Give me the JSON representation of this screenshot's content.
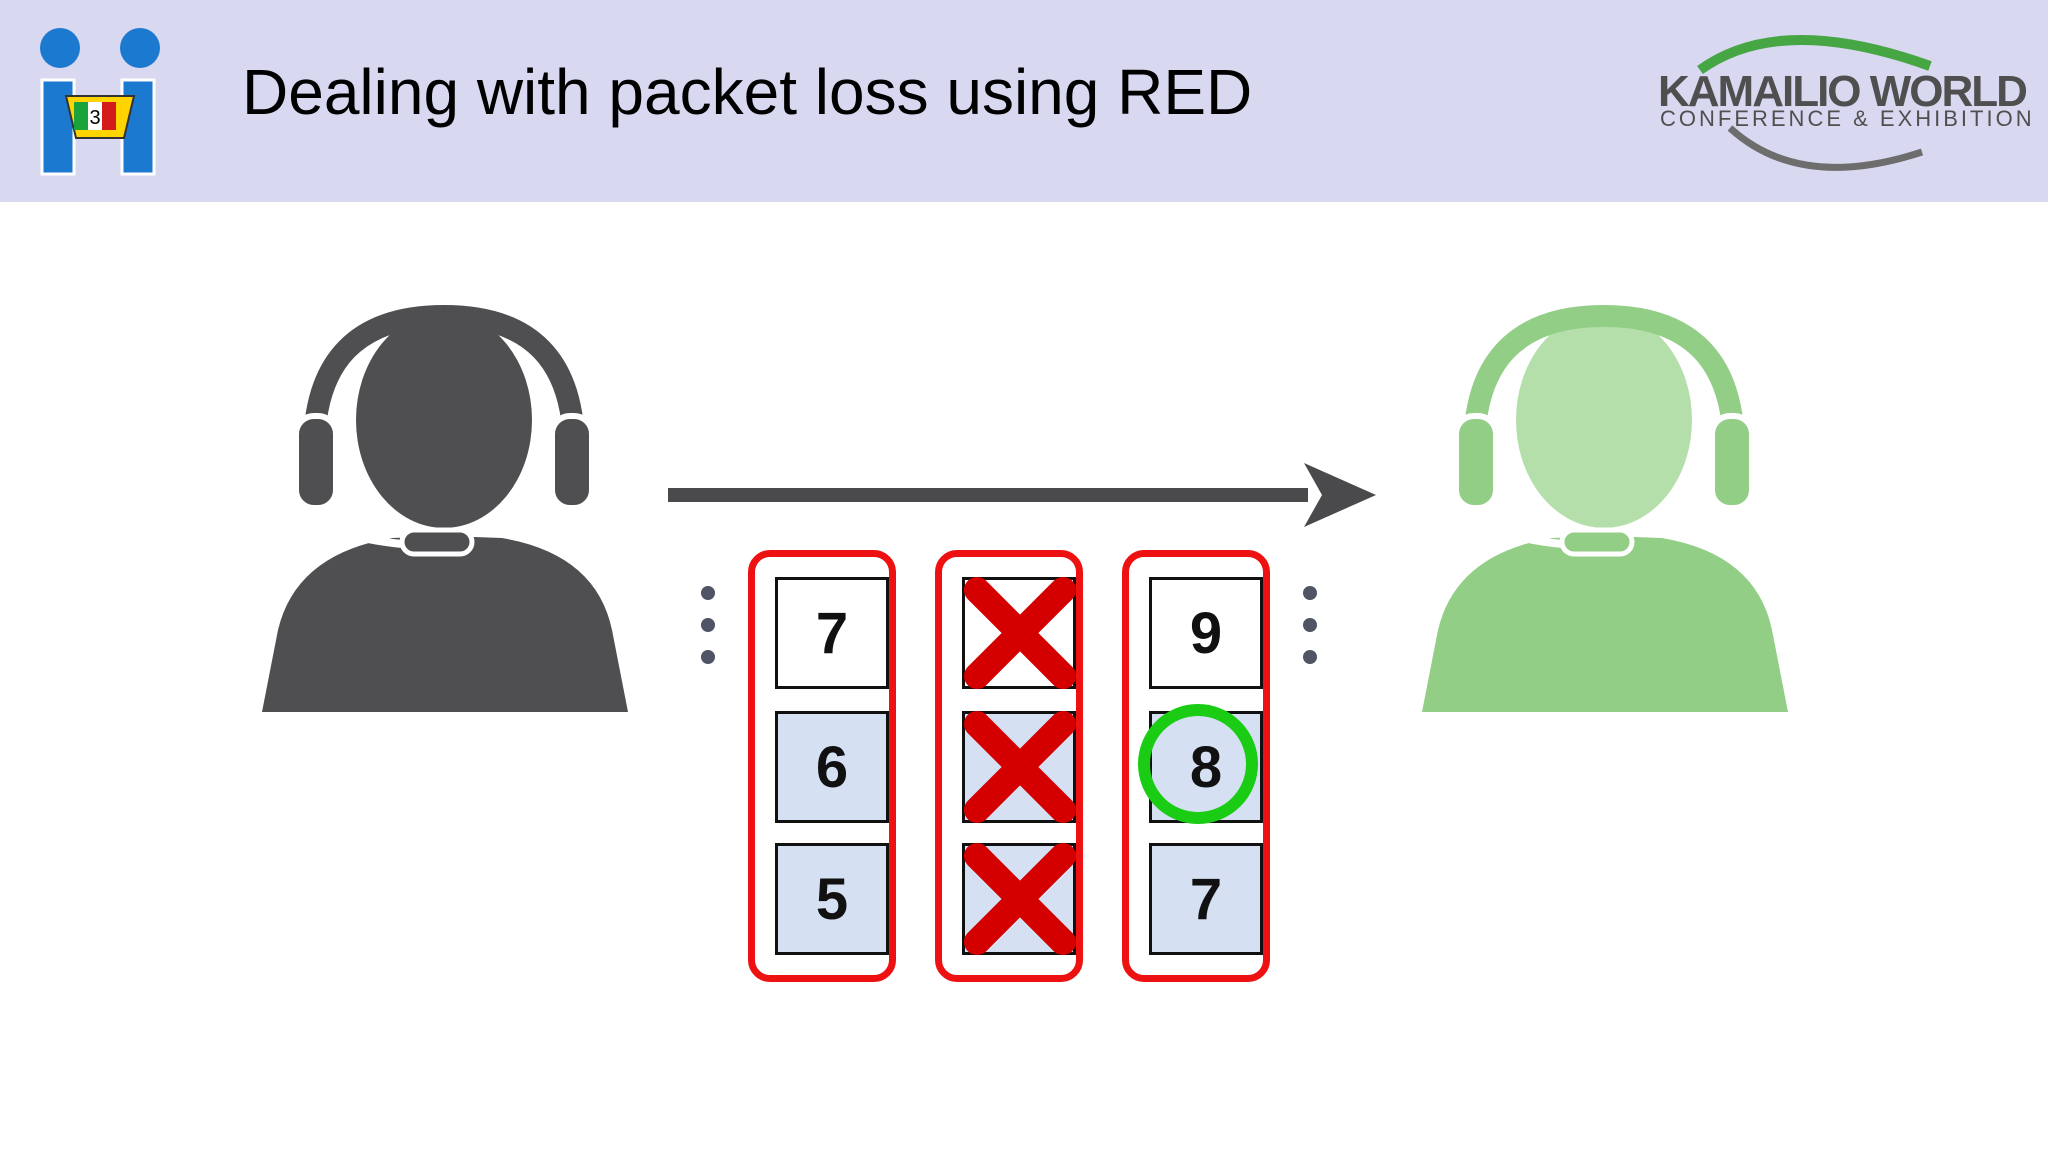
{
  "header": {
    "title": "Dealing with packet loss using RED",
    "logo_left_badge": "3",
    "logo_right_main": "KAMAILIO WORLD",
    "logo_right_sub": "CONFERENCE & EXHIBITION"
  },
  "diagram": {
    "sender_icon": "headset-person-icon",
    "receiver_icon": "headset-person-icon",
    "arrow_icon": "right-arrow-icon",
    "colors": {
      "sender": "#4f4e50",
      "receiver": "#92ce85",
      "packet_border": "#ee1111",
      "lost_mark": "#d40000",
      "recovered_mark": "#1bcc14",
      "primary_slot": "#ffffff",
      "redundant_slot": "#d5e0f3"
    },
    "packets": [
      {
        "status": "received",
        "slots": [
          "7",
          "6",
          "5"
        ]
      },
      {
        "status": "lost",
        "slots": [
          "",
          "",
          ""
        ]
      },
      {
        "status": "received",
        "slots": [
          "9",
          "8",
          "7"
        ]
      }
    ],
    "recovered_value": "8"
  }
}
